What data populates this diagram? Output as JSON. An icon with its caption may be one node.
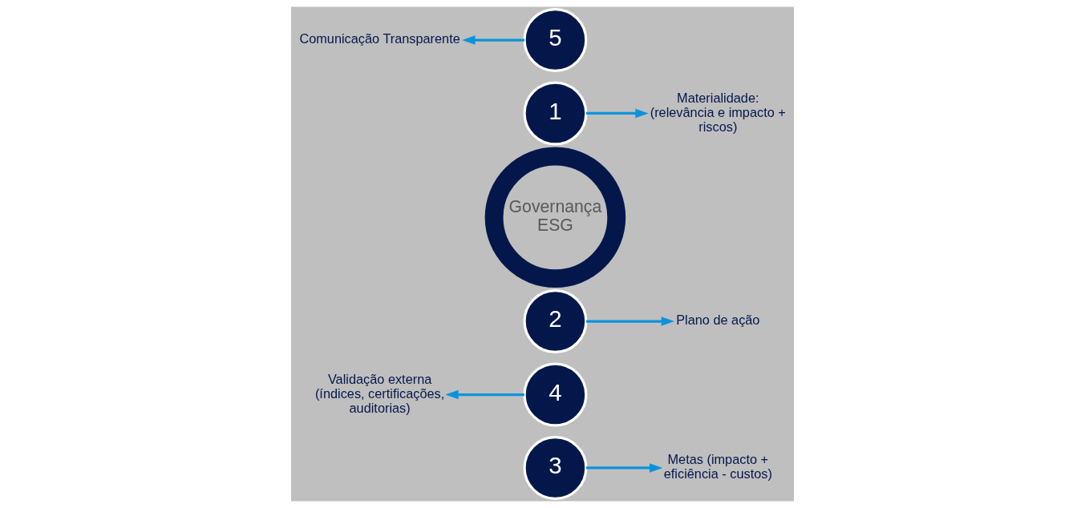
{
  "diagram": {
    "nodes": [
      {
        "text": [
          "Governança ESG"
        ]
      },
      {
        "text": [
          "1"
        ]
      },
      {
        "text": [
          "2"
        ]
      },
      {
        "text": [
          "3"
        ]
      },
      {
        "text": [
          "4"
        ]
      },
      {
        "text": [
          "5"
        ]
      },
      {
        "text": [
          "Comunicação Transparente"
        ]
      },
      {
        "text": [
          "Materialidade: (relevância e impacto + riscos)"
        ]
      },
      {
        "text": [
          "Plano de ação"
        ]
      },
      {
        "text": [
          "Validação externa (índices, certificações, auditorias)"
        ]
      },
      {
        "text": [
          "Metas (impacto + eficiência - custos)"
        ]
      }
    ],
    "edges": [
      {
        "from": 5,
        "to": 6,
        "arrow": "to"
      },
      {
        "from": 1,
        "to": 7,
        "arrow": "to"
      },
      {
        "from": 2,
        "to": 8,
        "arrow": "to"
      },
      {
        "from": 4,
        "to": 9,
        "arrow": "to"
      },
      {
        "from": 3,
        "to": 10,
        "arrow": "to"
      }
    ]
  }
}
